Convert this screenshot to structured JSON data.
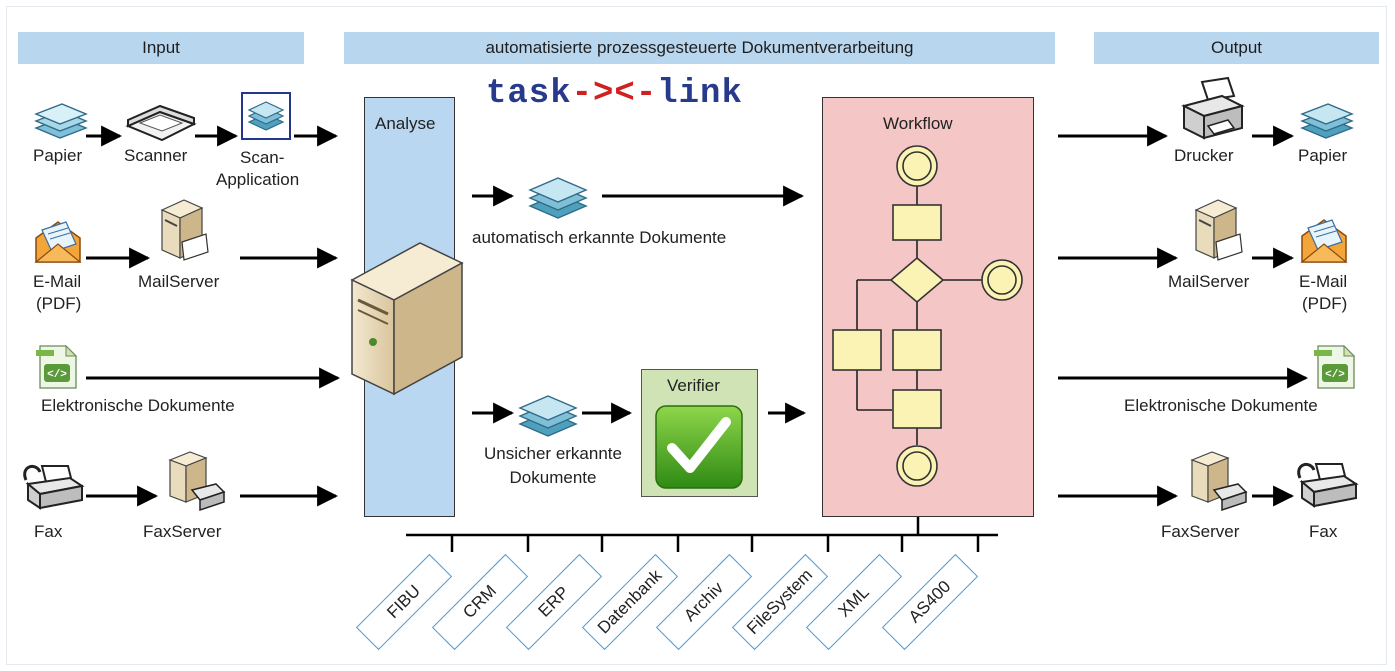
{
  "banners": {
    "input": "Input",
    "middle": "automatisierte prozessgesteuerte Dokumentverarbeitung",
    "output": "Output"
  },
  "logo": {
    "part1": "task",
    "part2": "-><-",
    "part3": "link"
  },
  "input": {
    "papier": "Papier",
    "scanner": "Scanner",
    "scan_app_1": "Scan-",
    "scan_app_2": "Application",
    "email_1": "E-Mail",
    "email_2": "(PDF)",
    "mailserver": "MailServer",
    "elektronisch": "Elektronische Dokumente",
    "fax": "Fax",
    "faxserver": "FaxServer"
  },
  "analyse": "Analyse",
  "middle": {
    "auto_docs": "automatisch erkannte Dokumente",
    "unsure_1": "Unsicher erkannte",
    "unsure_2": "Dokumente",
    "verifier": "Verifier"
  },
  "workflow": "Workflow",
  "output": {
    "drucker": "Drucker",
    "papier": "Papier",
    "mailserver": "MailServer",
    "email_1": "E-Mail",
    "email_2": "(PDF)",
    "elektronisch": "Elektronische Dokumente",
    "faxserver": "FaxServer",
    "fax": "Fax"
  },
  "systems": [
    "FIBU",
    "CRM",
    "ERP",
    "Datenbank",
    "Archiv",
    "FileSystem",
    "XML",
    "AS400"
  ],
  "colors": {
    "banner": "#b8d6ee",
    "analyse_fill": "#b9d7f0",
    "workflow_fill": "#f5c6c6",
    "verifier_fill": "#cfe3b4",
    "node_fill": "#fbf3b3",
    "system_border": "#4a9bd9"
  }
}
